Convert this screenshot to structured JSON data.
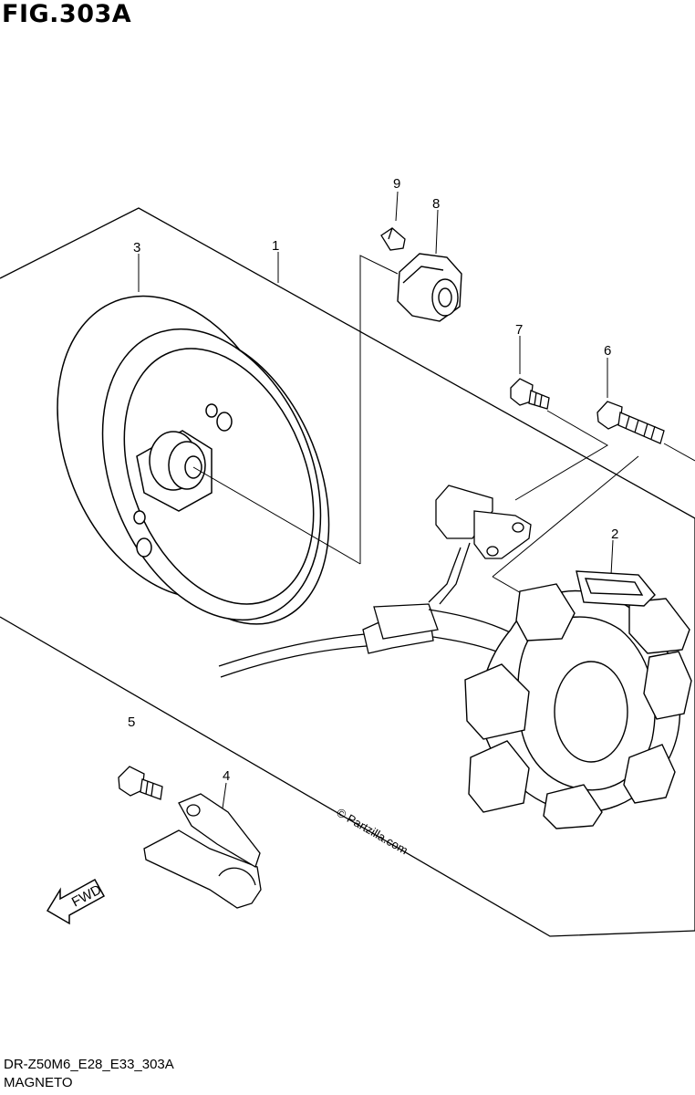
{
  "figure": {
    "title": "FIG.303A",
    "code": "DR-Z50M6_E28_E33_303A",
    "name": "MAGNETO"
  },
  "callouts": [
    {
      "id": "c1",
      "text": "1"
    },
    {
      "id": "c2",
      "text": "2"
    },
    {
      "id": "c3",
      "text": "3"
    },
    {
      "id": "c4",
      "text": "4"
    },
    {
      "id": "c5",
      "text": "5"
    },
    {
      "id": "c6",
      "text": "6"
    },
    {
      "id": "c7",
      "text": "7"
    },
    {
      "id": "c8",
      "text": "8"
    },
    {
      "id": "c9",
      "text": "9"
    }
  ],
  "watermark": "© Partzilla.com",
  "fwd_label": "FWD"
}
